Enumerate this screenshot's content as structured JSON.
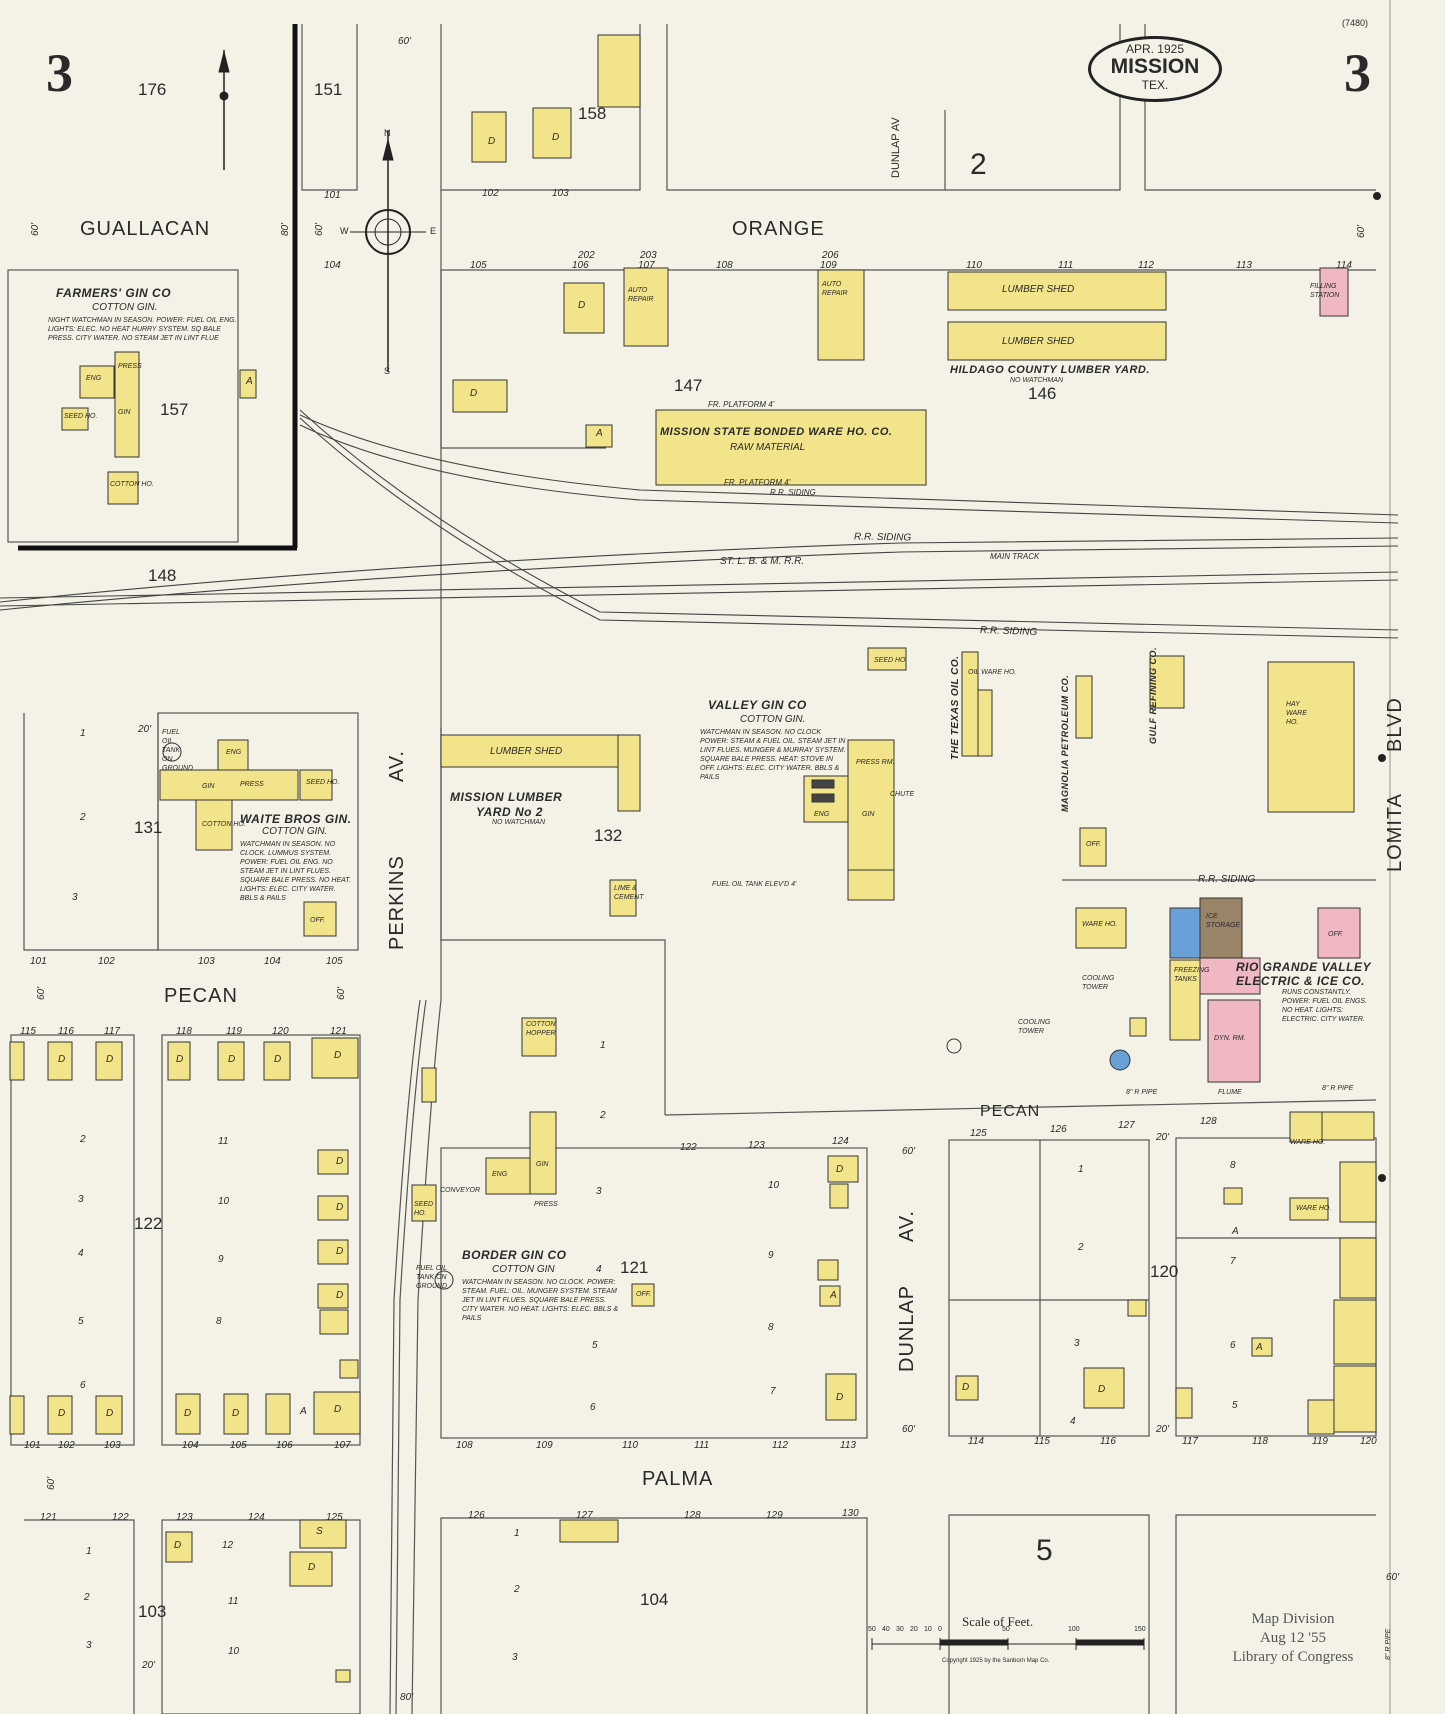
{
  "title_block": {
    "date": "APR. 1925",
    "city": "MISSION",
    "state": "TEX."
  },
  "sheet_number": "3",
  "corner_note": "(7480)",
  "streets": {
    "guallacan": "GUALLACAN",
    "orange": "ORANGE",
    "pecan_west": "PECAN",
    "pecan_east": "PECAN",
    "palma": "PALMA",
    "perkins": "PERKINS",
    "perkins_av": "AV.",
    "dunlap_top": "DUNLAP AV",
    "dunlap": "DUNLAP",
    "dunlap_av": "AV.",
    "lomita": "LOMITA",
    "lomita_blvd": "BLVD"
  },
  "blocks": [
    "176",
    "151",
    "158",
    "2",
    "157",
    "147",
    "146",
    "148",
    "131",
    "132",
    "122",
    "121",
    "120",
    "103",
    "104",
    "5"
  ],
  "rail": {
    "siding_1": "R.R. SIDING",
    "siding_2": "R.R. SIDING",
    "siding_3": "R.R. SIDING",
    "siding_4": "R.R. SIDING",
    "main": "ST. L. B. & M. R.R.",
    "main_track": "MAIN TRACK",
    "platform_1": "FR. PLATFORM 4'",
    "platform_2": "FR. PLATFORM 4'"
  },
  "businesses": {
    "farmers_gin": "FARMERS' GIN CO",
    "farmers_gin_sub": "COTTON GIN.",
    "farmers_gin_note": "NIGHT WATCHMAN IN SEASON. POWER: FUEL OIL ENG. LIGHTS: ELEC. NO HEAT HURRY SYSTEM. SQ BALE PRESS. CITY WATER. NO STEAM JET IN LINT FLUE",
    "bonded_ware": "MISSION STATE BONDED WARE HO. CO.",
    "bonded_ware_sub": "RAW MATERIAL",
    "lumber_shed": "LUMBER SHED",
    "hidalgo_lumber": "HILDAGO COUNTY LUMBER YARD.",
    "no_watchman": "NO WATCHMAN",
    "auto_repair": "AUTO REPAIR",
    "filling_station": "FILLING STATION",
    "mission_lumber": "MISSION LUMBER",
    "mission_lumber_2": "YARD No 2",
    "valley_gin": "VALLEY GIN CO",
    "valley_gin_sub": "COTTON GIN.",
    "valley_gin_note": "WATCHMAN IN SEASON. NO CLOCK POWER: STEAM & FUEL OIL. STEAM JET IN LINT FLUES. MUNGER & MURRAY SYSTEM. SQUARE BALE PRESS. HEAT: STOVE IN OFF. LIGHTS: ELEC. CITY WATER. BBLS & PAILS",
    "waite_gin": "WAITE BROS GIN.",
    "waite_gin_sub": "COTTON GIN.",
    "waite_gin_note": "WATCHMAN IN SEASON. NO CLOCK. LUMMUS SYSTEM. POWER: FUEL OIL ENG. NO STEAM JET IN LINT FLUES. SQUARE BALE PRESS. NO HEAT. LIGHTS: ELEC. CITY WATER. BBLS & PAILS",
    "texas_oil": "THE TEXAS OIL CO.",
    "magnolia": "MAGNOLIA PETROLEUM CO.",
    "gulf": "GULF REFINING CO.",
    "rio_grande": "RIO GRANDE VALLEY",
    "rio_grande_2": "ELECTRIC & ICE CO.",
    "rio_grande_note": "RUNS CONSTANTLY. POWER: FUEL OIL ENGS. NO HEAT. LIGHTS: ELECTRIC. CITY WATER.",
    "border_gin": "BORDER GIN CO",
    "border_gin_sub": "COTTON GIN",
    "border_gin_note": "WATCHMAN IN SEASON. NO CLOCK. POWER: STEAM. FUEL: OIL. MUNGER SYSTEM. STEAM JET IN LINT FLUES. SQUARE BALE PRESS. CITY WATER. NO HEAT. LIGHTS: ELEC. BBLS & PAILS"
  },
  "building_labels": {
    "gin": "GIN",
    "press": "PRESS",
    "press_rm": "PRESS RM.",
    "eng": "ENG",
    "seed_ho": "SEED HO.",
    "cotton_ho": "COTTON HO.",
    "off": "OFF.",
    "dwelling": "D",
    "auto": "A",
    "ware_ho": "WARE HO.",
    "hay_ware_ho": "HAY WARE HO.",
    "dyn_rm": "DYN. RM.",
    "freezing_tanks": "FREEZING TANKS",
    "cooling_tower": "COOLING TOWER",
    "ice_storage": "ICE STORAGE",
    "oil_ware_ho": "OIL WARE HO.",
    "lime_cement": "LIME & CEMENT",
    "chute": "CHUTE",
    "fuel_oil_tank": "FUEL OIL TANK ELEV'D 4'",
    "fuel_oil_ground": "FUEL OIL TANK ON GROUND",
    "conveyor": "CONVEYOR",
    "cotton_hopper": "COTTON HOPPER",
    "stable": "S",
    "cotton": "COTTON HO."
  },
  "pipes": {
    "pipe_1": "8\" R PIPE",
    "pipe_2": "8\" R PIPE",
    "pipe_3": "8\" R PIPE",
    "flume": "FLUME"
  },
  "scale": {
    "title": "Scale of Feet.",
    "ticks": [
      "50",
      "40",
      "30",
      "20",
      "10",
      "0",
      "50",
      "100",
      "150"
    ],
    "copyright": "Copyright 1925 by the Sanborn Map Co."
  },
  "stamp": {
    "line1": "Map Division",
    "line2": "Aug 12 '55",
    "line3": "Library of Congress"
  },
  "house_numbers": {
    "n101": "101",
    "n102": "102",
    "n103": "103",
    "n104": "104",
    "n105": "105",
    "n106": "106",
    "n107": "107",
    "n108": "108",
    "n109": "109",
    "n110": "110",
    "n111": "111",
    "n112": "112",
    "n113": "113",
    "n114": "114",
    "n115": "115",
    "n116": "116",
    "n117": "117",
    "n118": "118",
    "n119": "119",
    "n120": "120",
    "n121": "121",
    "n122": "122",
    "n123": "123",
    "n124": "124",
    "n125": "125",
    "n126": "126",
    "n127": "127",
    "n128": "128",
    "n129": "129",
    "n130": "130",
    "n202": "202",
    "n203": "203",
    "n206": "206"
  },
  "lot_numbers": {
    "l1": "1",
    "l2": "2",
    "l3": "3",
    "l4": "4",
    "l5": "5",
    "l6": "6",
    "l7": "7",
    "l8": "8",
    "l9": "9",
    "l10": "10",
    "l11": "11",
    "l12": "12"
  },
  "street_widths": {
    "w60": "60'",
    "w80": "80'",
    "w20": "20'"
  },
  "compass": {
    "north": "N",
    "south": "S",
    "east": "E",
    "west": "W"
  },
  "colors": {
    "paper": "#f4f1e6",
    "frame": "#e9e3c8",
    "wood": "#f2e48a",
    "brick": "#f0b8c2",
    "stone": "#6aa0d8",
    "adobe": "#9a8468",
    "ink": "#2a2a2a"
  }
}
